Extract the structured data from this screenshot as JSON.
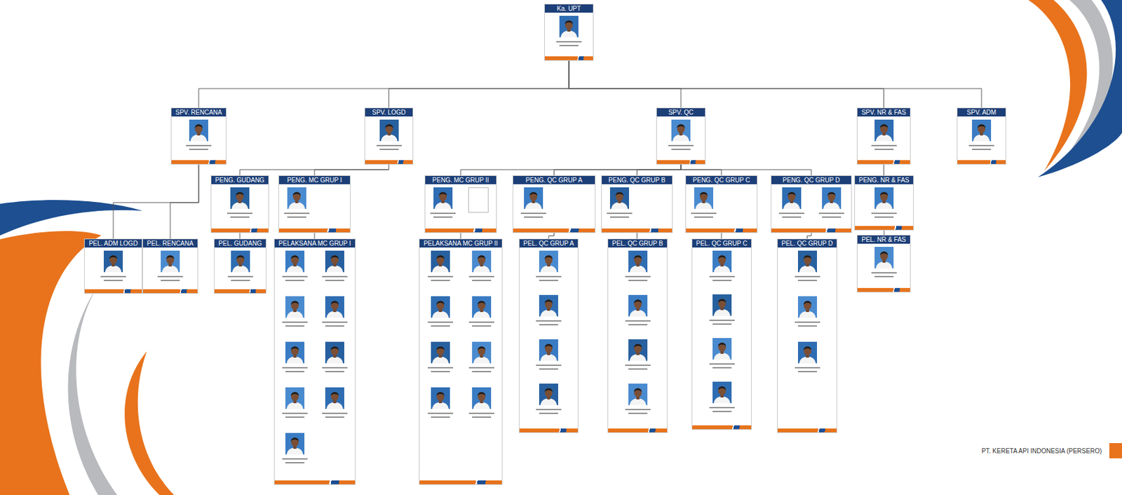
{
  "diagram": {
    "nodes": [
      {
        "text": [
          "Ka. UPT"
        ]
      },
      {
        "text": [
          "SPV. RENCANA"
        ]
      },
      {
        "text": [
          "SPV. LOGD"
        ]
      },
      {
        "text": [
          "SPV. QC"
        ]
      },
      {
        "text": [
          "SPV. NR & FAS"
        ]
      },
      {
        "text": [
          "SPV. ADM"
        ]
      },
      {
        "text": [
          "PENG. GUDANG"
        ]
      },
      {
        "text": [
          "PENG. MC GRUP I"
        ]
      },
      {
        "text": [
          "PENG. MC GRUP II"
        ]
      },
      {
        "text": [
          "PENG. QC GRUP A"
        ]
      },
      {
        "text": [
          "PENG. QC GRUP B"
        ]
      },
      {
        "text": [
          "PENG. QC GRUP C"
        ]
      },
      {
        "text": [
          "PENG. QC GRUP D"
        ]
      },
      {
        "text": [
          "PENG. NR & FAS"
        ]
      },
      {
        "text": [
          "PEL. ADM LOGD"
        ]
      },
      {
        "text": [
          "PEL. RENCANA"
        ]
      },
      {
        "text": [
          "PEL. GUDANG"
        ]
      },
      {
        "text": [
          "PELAKSANA MC GRUP I"
        ]
      },
      {
        "text": [
          "PELAKSANA MC GRUP II"
        ]
      },
      {
        "text": [
          "PEL. QC GRUP A"
        ]
      },
      {
        "text": [
          "PEL. QC GRUP B"
        ]
      },
      {
        "text": [
          "PEL. QC GRUP C"
        ]
      },
      {
        "text": [
          "PEL. QC GRUP D"
        ]
      },
      {
        "text": [
          "PEL. NR & FAS"
        ]
      }
    ],
    "edges": [
      {
        "from": 0,
        "to": 1,
        "arrow": "none"
      },
      {
        "from": 0,
        "to": 2,
        "arrow": "none"
      },
      {
        "from": 0,
        "to": 3,
        "arrow": "none"
      },
      {
        "from": 0,
        "to": 4,
        "arrow": "none"
      },
      {
        "from": 0,
        "to": 5,
        "arrow": "none"
      },
      {
        "from": 1,
        "to": 14,
        "arrow": "none"
      },
      {
        "from": 1,
        "to": 15,
        "arrow": "none"
      },
      {
        "from": 2,
        "to": 6,
        "arrow": "none"
      },
      {
        "from": 2,
        "to": 7,
        "arrow": "none"
      },
      {
        "from": 3,
        "to": 8,
        "arrow": "none"
      },
      {
        "from": 3,
        "to": 9,
        "arrow": "none"
      },
      {
        "from": 3,
        "to": 10,
        "arrow": "none"
      },
      {
        "from": 3,
        "to": 11,
        "arrow": "none"
      },
      {
        "from": 3,
        "to": 12,
        "arrow": "none"
      },
      {
        "from": 4,
        "to": 13,
        "arrow": "none"
      },
      {
        "from": 6,
        "to": 16,
        "arrow": "none"
      },
      {
        "from": 7,
        "to": 17,
        "arrow": "none"
      },
      {
        "from": 8,
        "to": 18,
        "arrow": "none"
      },
      {
        "from": 9,
        "to": 19,
        "arrow": "none"
      },
      {
        "from": 10,
        "to": 20,
        "arrow": "none"
      },
      {
        "from": 11,
        "to": 21,
        "arrow": "none"
      },
      {
        "from": 12,
        "to": 22,
        "arrow": "none"
      },
      {
        "from": 13,
        "to": 23,
        "arrow": "none"
      }
    ],
    "labels": [
      "PT. KERETA API INDONESIA (PERSERO)"
    ]
  }
}
